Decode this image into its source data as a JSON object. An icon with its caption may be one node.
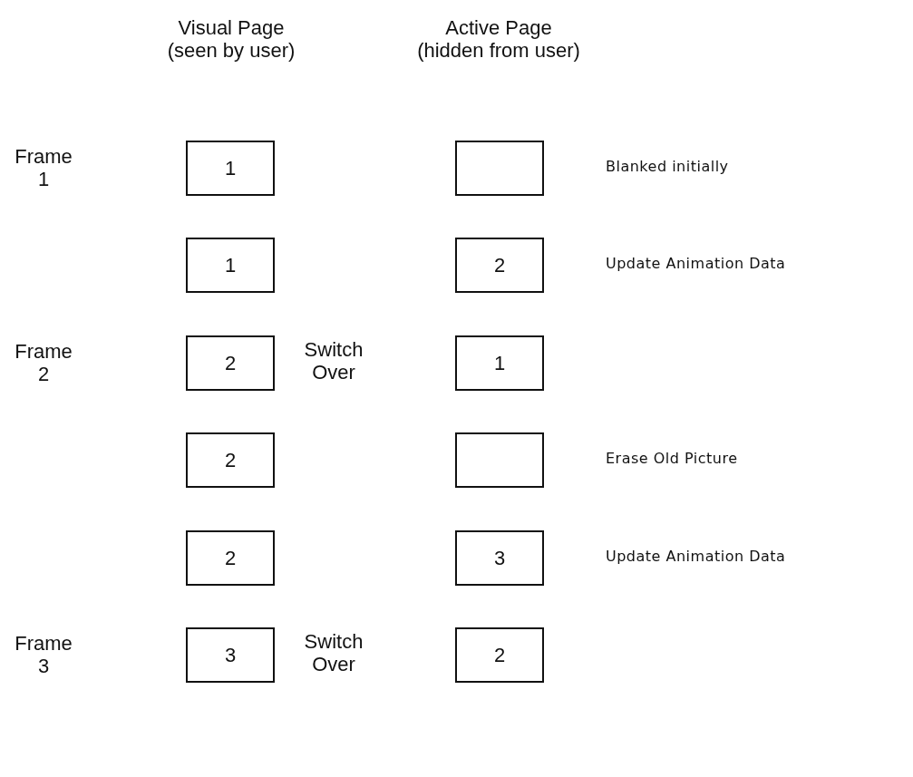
{
  "diagram": {
    "nodes": [
      {
        "text": [
          "1"
        ]
      },
      {
        "text": [],
        "shape": "box"
      },
      {
        "text": [
          "1"
        ]
      },
      {
        "text": [
          "2"
        ]
      },
      {
        "text": [
          "2"
        ]
      },
      {
        "text": [
          "1"
        ]
      },
      {
        "text": [
          "2"
        ]
      },
      {
        "text": [],
        "shape": "box"
      },
      {
        "text": [
          "2"
        ]
      },
      {
        "text": [
          "3"
        ]
      },
      {
        "text": [
          "3"
        ]
      },
      {
        "text": [
          "2"
        ]
      }
    ],
    "edges": [],
    "labels": [
      "Visual Page (seen by user)",
      "Active Page (hidden from user)",
      "Frame 1",
      "Blanked initially",
      "Update Animation Data",
      "Frame 2",
      "Switch Over",
      "Erase Old Picture",
      "Update Animation Data",
      "Frame 3",
      "Switch Over"
    ]
  }
}
